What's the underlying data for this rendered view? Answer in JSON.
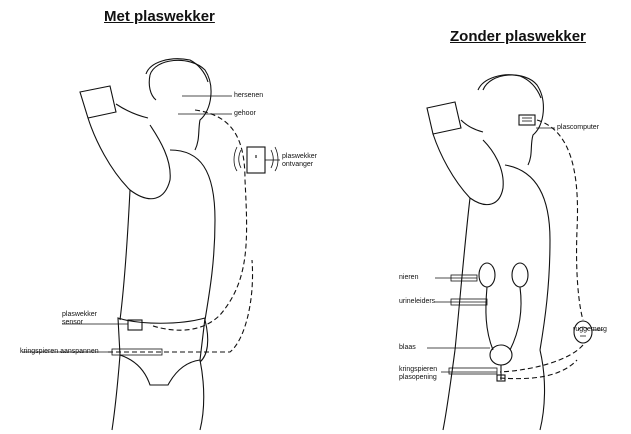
{
  "left": {
    "title": "Met plaswekker",
    "labels": {
      "hersenen": "hersenen",
      "gehoor": "gehoor",
      "ontvanger": [
        "plaswekker",
        "ontvanger"
      ],
      "sensor": [
        "plaswekker",
        "sensor"
      ],
      "kringspieren": "kringspieren aanspannen"
    }
  },
  "right": {
    "title": "Zonder plaswekker",
    "labels": {
      "plascomputer": "plascomputer",
      "nieren": "nieren",
      "urineleiders": "urineleiders",
      "ruggemerg": "ruggemerg",
      "blaas": "blaas",
      "kringspieren": [
        "kringspieren",
        "plasopening"
      ]
    }
  }
}
